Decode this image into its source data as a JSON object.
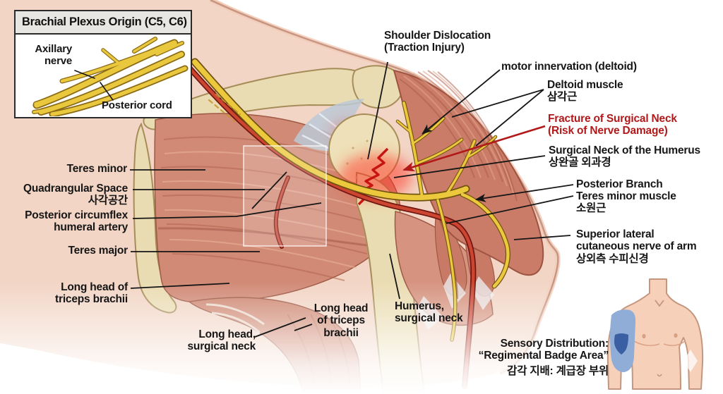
{
  "colors": {
    "background": "#ffffff",
    "skin": "#f2d5c5",
    "skin_outline": "#c69583",
    "muscle": "#d18a76",
    "muscle_deep": "#c97b67",
    "bone": "#eadcb2",
    "bone_outline": "#a68c58",
    "nerve_yellow": "#ecc83c",
    "artery_red": "#c9432e",
    "fracture_red": "#dc1812",
    "warning_red": "#b2191a",
    "label_text": "#161616",
    "sensory_patch_blue": "#8fadd6",
    "badge_blue": "#3a5fa3",
    "inset_header_bg": "#e8e6e2"
  },
  "inset": {
    "title": "Brachial Plexus Origin (C5, C6)",
    "axillary_nerve": "Axillary\nnerve",
    "posterior_cord": "Posterior cord"
  },
  "labels": {
    "shoulder_dislocation": "Shoulder Dislocation\n(Traction Injury)",
    "motor_innervation": "motor innervation (deltoid)",
    "deltoid_muscle": "Deltoid muscle\n삼각근",
    "fracture_warning": "Fracture of Surgical Neck\n(Risk of Nerve Damage)",
    "surgical_neck_humerus": "Surgical Neck of the Humerus\n상완골 외과경",
    "posterior_branch": "Posterior Branch",
    "teres_minor_muscle": "Teres minor muscle\n소원근",
    "superior_lateral_cutaneous": "Superior lateral\ncutaneous nerve of arm\n상외측 수피신경",
    "teres_minor": "Teres minor",
    "quadrangular_space": "Quadrangular Space\n사각공간",
    "posterior_circumflex": "Posterior circumflex\nhumeral artery",
    "teres_major": "Teres major",
    "long_head_of_triceps": "Long head of\ntriceps brachii",
    "long_head_surgical_neck": "Long head,\nsurgical neck",
    "long_head_of_triceps_center": "Long head\nof triceps\nbrachii",
    "humerus_surgical_neck": "Humerus,\nsurgical neck"
  },
  "sensory": {
    "title": "Sensory Distribution:\n“Regimental Badge Area”",
    "korean": "감각 지배: 계급장 부위"
  }
}
